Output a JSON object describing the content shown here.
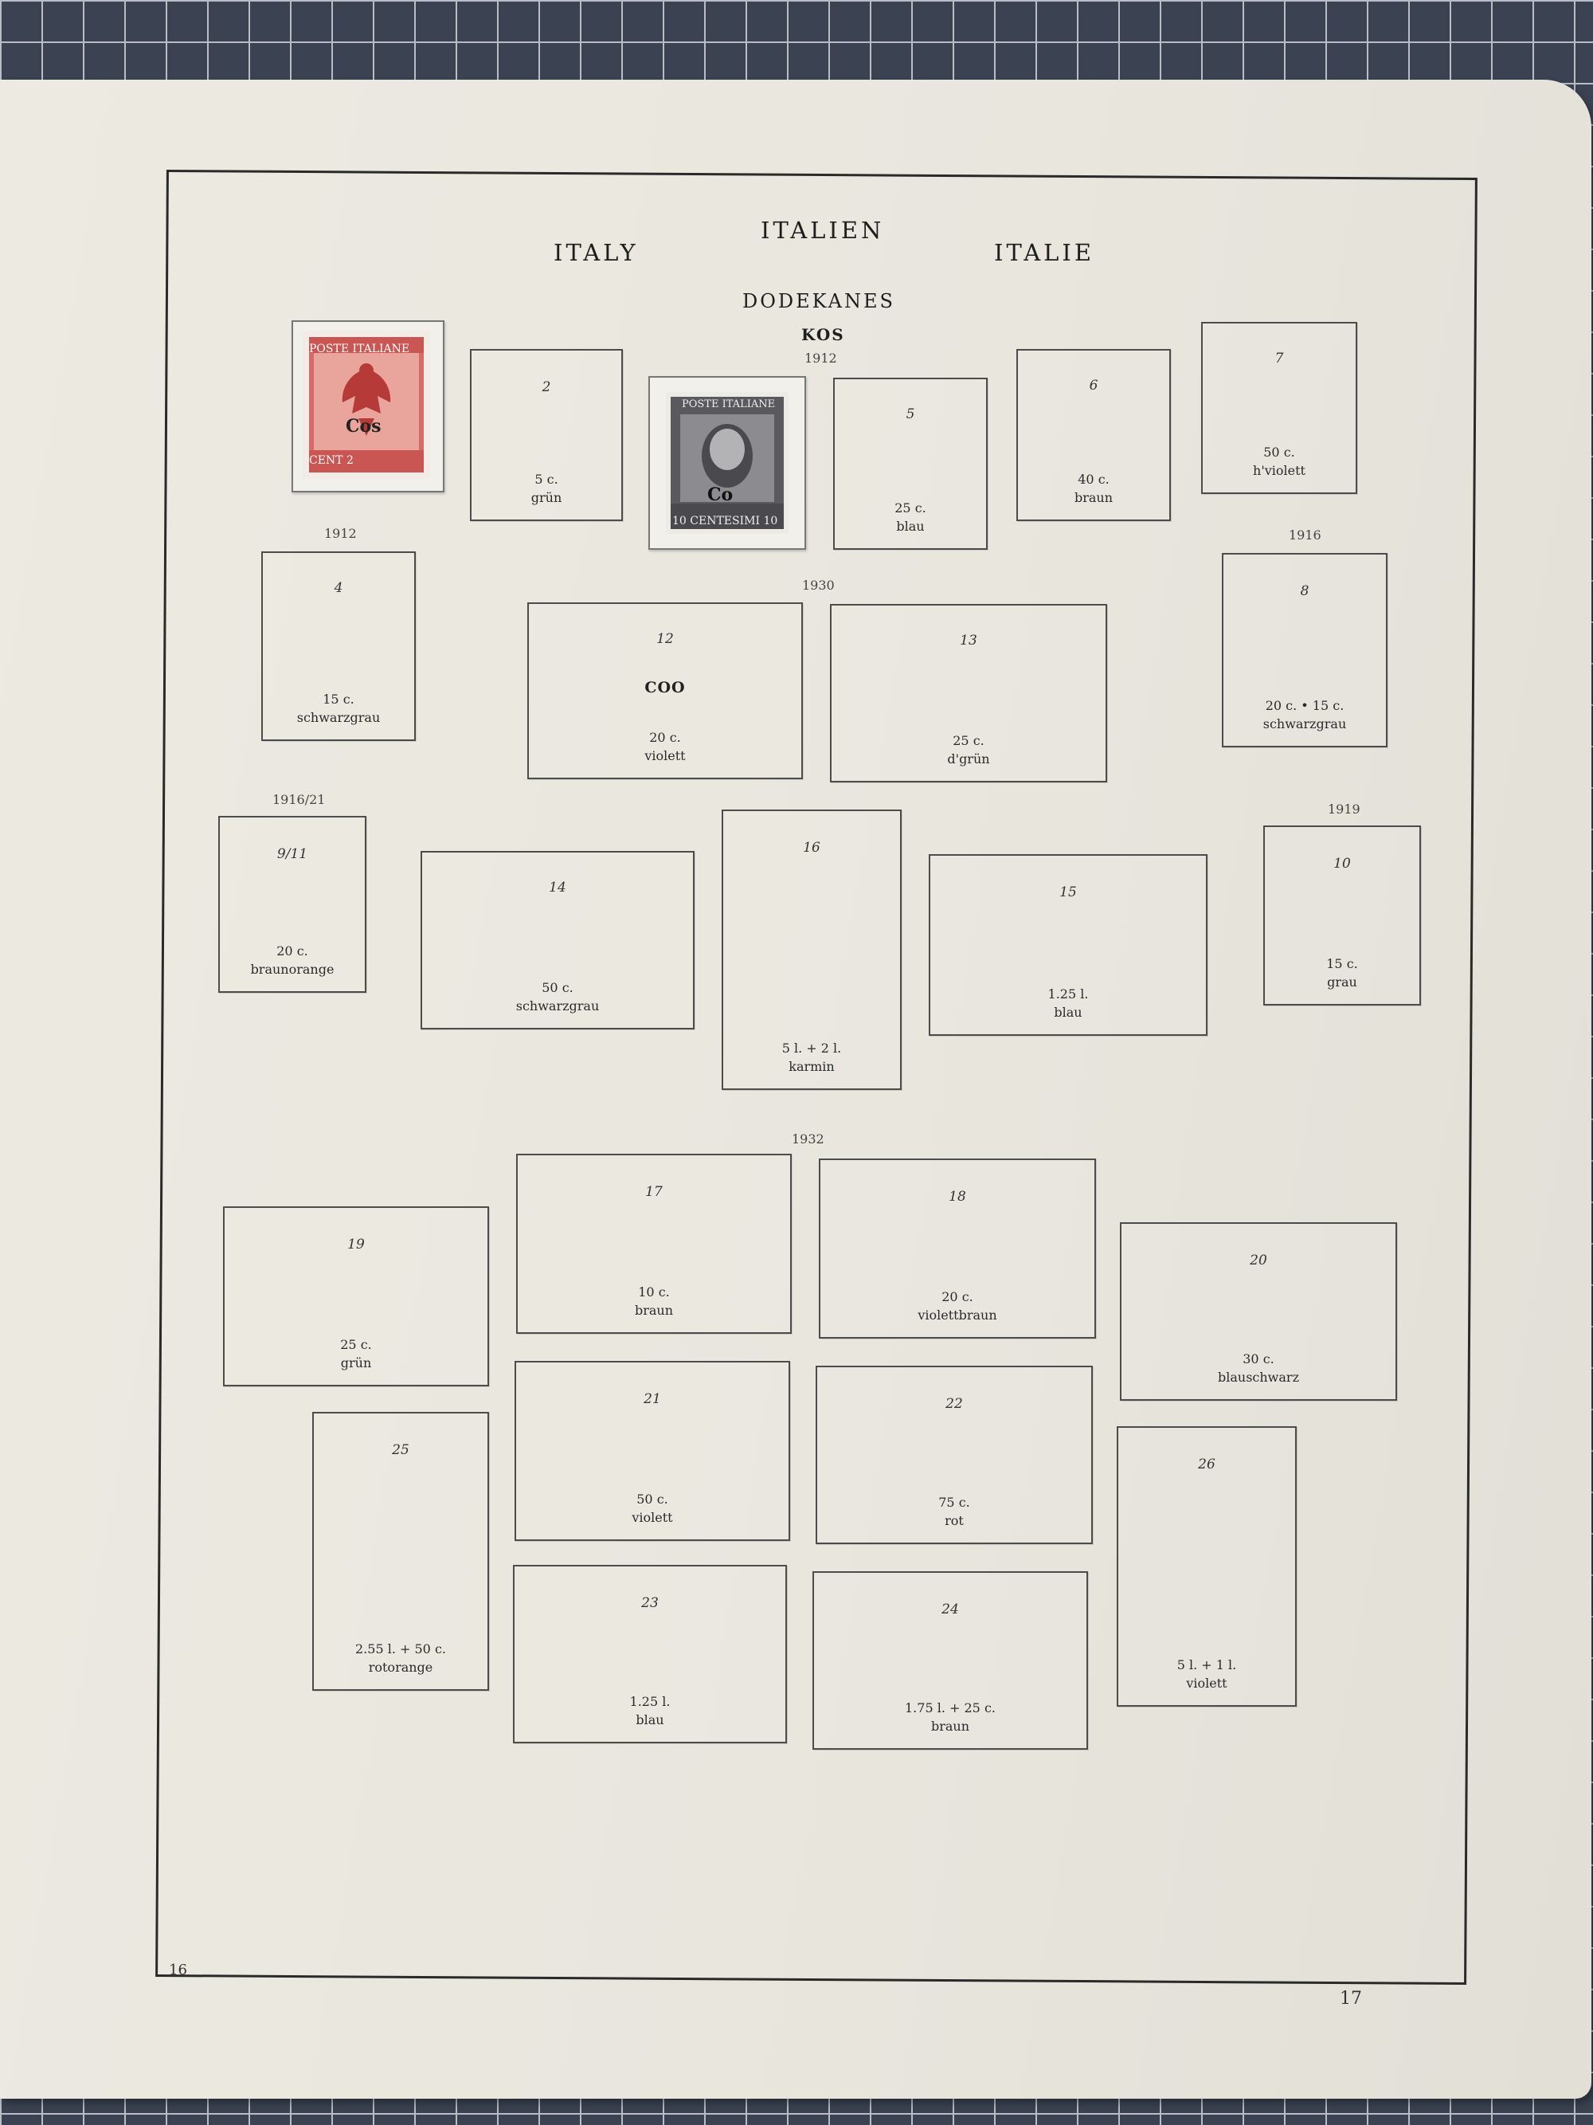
{
  "header": {
    "title_center": "ITALIEN",
    "title_left": "ITALY",
    "title_right": "ITALIE",
    "section": "DODEKANES",
    "subsection": "KOS"
  },
  "years": {
    "y1": "1912",
    "y2": "1912",
    "y3": "1916",
    "y4": "1930",
    "y5": "1916/21",
    "y6": "1919",
    "y7": "1932"
  },
  "stamps": {
    "s1": {
      "label": "POSTE ITALIANE",
      "overprint": "Cos",
      "value": "CENT 2",
      "color": "#c24e4a"
    },
    "s3": {
      "label": "POSTE ITALIANE",
      "overprint": "Co",
      "value": "10 CENTESIMI 10",
      "color": "#4a4a4e"
    }
  },
  "spaces": {
    "b2": {
      "num": "2",
      "value": "5 c.",
      "color": "grün"
    },
    "b5": {
      "num": "5",
      "value": "25 c.",
      "color": "blau"
    },
    "b6": {
      "num": "6",
      "value": "40 c.",
      "color": "braun"
    },
    "b7": {
      "num": "7",
      "value": "50 c.",
      "color": "h'violett"
    },
    "b4": {
      "num": "4",
      "value": "15 c.",
      "color": "schwarzgrau"
    },
    "b12": {
      "num": "12",
      "overprint": "COO",
      "value": "20 c.",
      "color": "violett"
    },
    "b13": {
      "num": "13",
      "value": "25 c.",
      "color": "d'grün"
    },
    "b8": {
      "num": "8",
      "value": "20 c. • 15 c.",
      "color": "schwarzgrau"
    },
    "b9": {
      "num": "9/11",
      "value": "20 c.",
      "color": "braunorange"
    },
    "b14": {
      "num": "14",
      "value": "50 c.",
      "color": "schwarzgrau"
    },
    "b16": {
      "num": "16",
      "value": "5 l. + 2 l.",
      "color": "karmin"
    },
    "b15": {
      "num": "15",
      "value": "1.25 l.",
      "color": "blau"
    },
    "b10": {
      "num": "10",
      "value": "15 c.",
      "color": "grau"
    },
    "b17": {
      "num": "17",
      "value": "10 c.",
      "color": "braun"
    },
    "b18": {
      "num": "18",
      "value": "20 c.",
      "color": "violettbraun"
    },
    "b19": {
      "num": "19",
      "value": "25 c.",
      "color": "grün"
    },
    "b20": {
      "num": "20",
      "value": "30 c.",
      "color": "blauschwarz"
    },
    "b21": {
      "num": "21",
      "value": "50 c.",
      "color": "violett"
    },
    "b22": {
      "num": "22",
      "value": "75 c.",
      "color": "rot"
    },
    "b25": {
      "num": "25",
      "value": "2.55 l. + 50 c.",
      "color": "rotorange"
    },
    "b26": {
      "num": "26",
      "value": "5 l. + 1 l.",
      "color": "violett"
    },
    "b23": {
      "num": "23",
      "value": "1.25 l.",
      "color": "blau"
    },
    "b24": {
      "num": "24",
      "value": "1.75 l. + 25 c.",
      "color": "braun"
    }
  },
  "page_numbers": {
    "left": "16",
    "right": "17"
  }
}
